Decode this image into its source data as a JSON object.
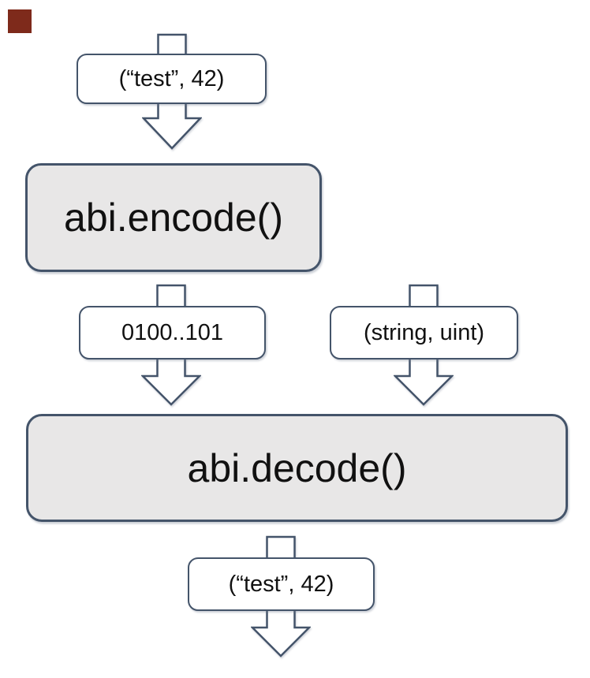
{
  "colors": {
    "stroke": "#44546a",
    "process_fill": "#e8e7e7",
    "label_fill": "#ffffff",
    "text": "#111111",
    "marker": "#7e2a1b"
  },
  "nodes": {
    "input_tuple": "(“test”, 42)",
    "encode": "abi.encode()",
    "encoded_bytes": "0100..101",
    "type_tuple": "(string, uint)",
    "decode": "abi.decode()",
    "output_tuple": "(“test”, 42)"
  }
}
